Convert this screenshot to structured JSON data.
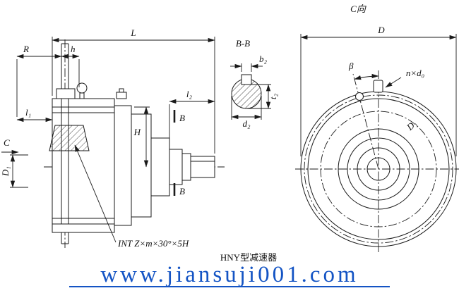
{
  "caption": "HNY型减速器",
  "watermark": "www.jiansuji001.com",
  "accent_color": "#1454c4",
  "line_color": "#1a1a1a",
  "side": {
    "dim_L": "L",
    "dim_R": "R",
    "dim_h": "h",
    "dim_l1": "l₁",
    "dim_l2": "l₂",
    "dim_H": "H",
    "dim_D1": "D₁",
    "view_arrow_C": "C",
    "section_mark_top": "B",
    "section_mark_bottom": "B",
    "spline_note": "INT Z×m×30°×5H"
  },
  "section_bb": {
    "title": "B-B",
    "dim_b2": "b₂",
    "dim_t2": "t₂",
    "dim_d2": "d₂"
  },
  "front": {
    "title": "C向",
    "dim_D": "D",
    "dim_D1": "D₁",
    "angle_beta": "β",
    "holes_note": "n×d₀"
  }
}
